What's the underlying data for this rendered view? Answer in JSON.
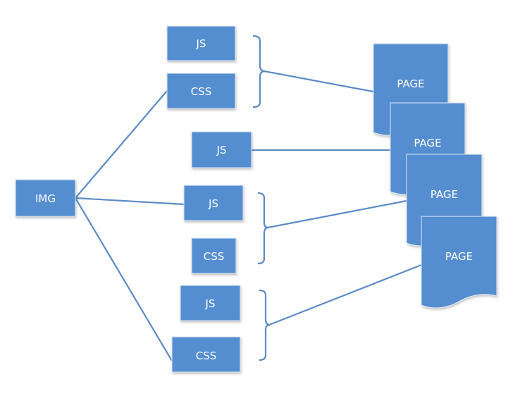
{
  "colors": {
    "box_fill": "#558ED0",
    "box_edge": "#E3ECF6",
    "connector": "#5B8BC6",
    "label": "#FFFFFF",
    "background": "#FFFFFF"
  },
  "nodes": {
    "img": {
      "label": "IMG"
    },
    "group1": {
      "js": {
        "label": "JS"
      },
      "css": {
        "label": "CSS"
      }
    },
    "lone_js": {
      "label": "JS"
    },
    "group2": {
      "js": {
        "label": "JS"
      },
      "css": {
        "label": "CSS"
      }
    },
    "group3": {
      "js": {
        "label": "JS"
      },
      "css": {
        "label": "CSS"
      }
    },
    "pages": [
      {
        "label": "PAGE"
      },
      {
        "label": "PAGE"
      },
      {
        "label": "PAGE"
      },
      {
        "label": "PAGE"
      }
    ]
  },
  "edges": [
    {
      "from": "IMG",
      "to": "group1.CSS"
    },
    {
      "from": "IMG",
      "to": "group2.JS"
    },
    {
      "from": "IMG",
      "to": "group3.CSS"
    },
    {
      "from": "group1 (JS+CSS)",
      "to": "PAGE 1"
    },
    {
      "from": "lone JS",
      "to": "PAGE 2"
    },
    {
      "from": "group2 (JS+CSS)",
      "to": "PAGE 3"
    },
    {
      "from": "group3 (JS+CSS)",
      "to": "PAGE 4"
    }
  ]
}
